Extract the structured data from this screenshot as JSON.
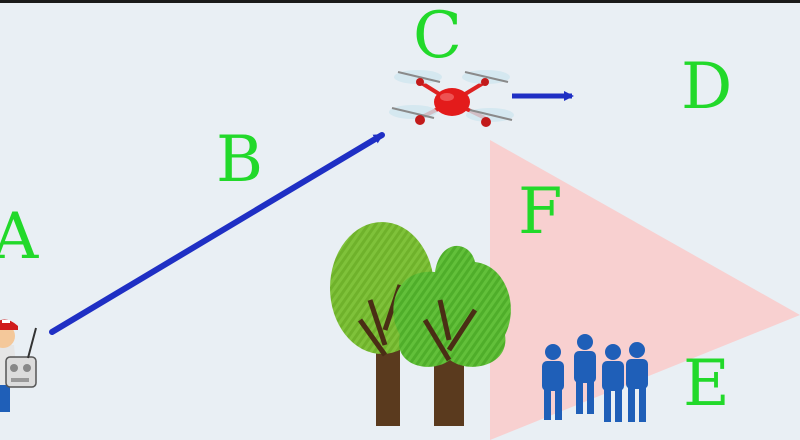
{
  "labels": {
    "a": "A",
    "b": "B",
    "c": "C",
    "d": "D",
    "e": "E",
    "f": "F"
  },
  "colors": {
    "background": "#e9eff4",
    "label": "#22d92a",
    "arrow": "#1f2fc4",
    "sensor_cone": "#f9cccc",
    "drone_body": "#e31b1b",
    "people": "#1f5fb8",
    "tree_canopy_back": "#6fb22b",
    "tree_canopy_front": "#4fae2a",
    "tree_trunk": "#5a3a1e"
  },
  "icons": {
    "operator": "person-with-remote-controller-icon",
    "drone": "quadcopter-drone-icon",
    "trees": "tree-icon",
    "people": "group-of-people-icon"
  }
}
